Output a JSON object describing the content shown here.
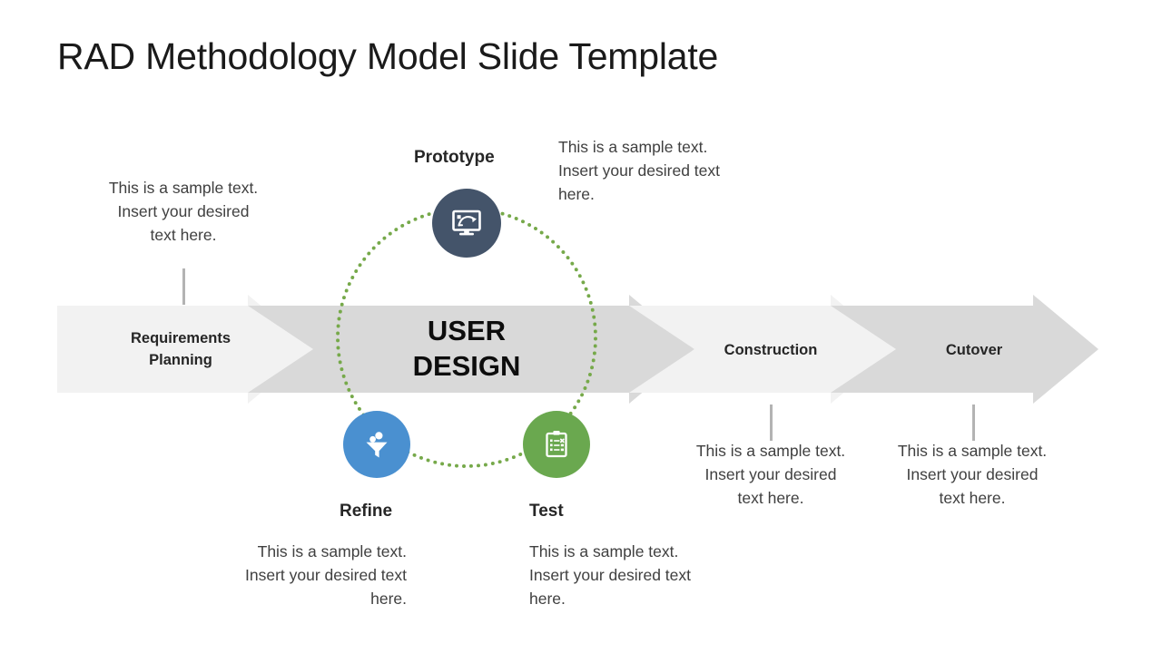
{
  "slide": {
    "title": "RAD Methodology Model Slide Template",
    "background_color": "#ffffff"
  },
  "palette": {
    "chevron_light": "#f2f2f2",
    "chevron_dark": "#d9d9d9",
    "dotted_circle": "#76a94a",
    "prototype_circle": "#44546a",
    "refine_circle": "#4a90d0",
    "test_circle": "#6aa84f",
    "connector_line": "#b3b3b3",
    "title_text": "#1a1a1a",
    "body_text": "#404040"
  },
  "center": {
    "label": "USER\nDESIGN"
  },
  "chevrons": [
    {
      "label": "Requirements\nPlanning",
      "fill": "#f2f2f2"
    },
    {
      "label": "",
      "fill": "#d9d9d9"
    },
    {
      "label": "Construction",
      "fill": "#f2f2f2"
    },
    {
      "label": "Cutover",
      "fill": "#d9d9d9"
    }
  ],
  "nodes": [
    {
      "caption": "Prototype",
      "icon": "monitor-design-icon",
      "color": "#44546a",
      "description": "This is a sample text.\nInsert your desired text\nhere."
    },
    {
      "caption": "Refine",
      "icon": "funnel-people-icon",
      "color": "#4a90d0",
      "description": "This is a sample text.\nInsert your desired text\nhere."
    },
    {
      "caption": "Test",
      "icon": "clipboard-checklist-icon",
      "color": "#6aa84f",
      "description": "This is a sample text.\nInsert your desired text\nhere."
    }
  ],
  "descriptions": {
    "requirements_planning": "This is a sample text.\nInsert your desired\ntext here.",
    "construction": "This is a sample text.\nInsert your desired\ntext here.",
    "cutover": "This is a sample text.\nInsert your desired\ntext here."
  }
}
